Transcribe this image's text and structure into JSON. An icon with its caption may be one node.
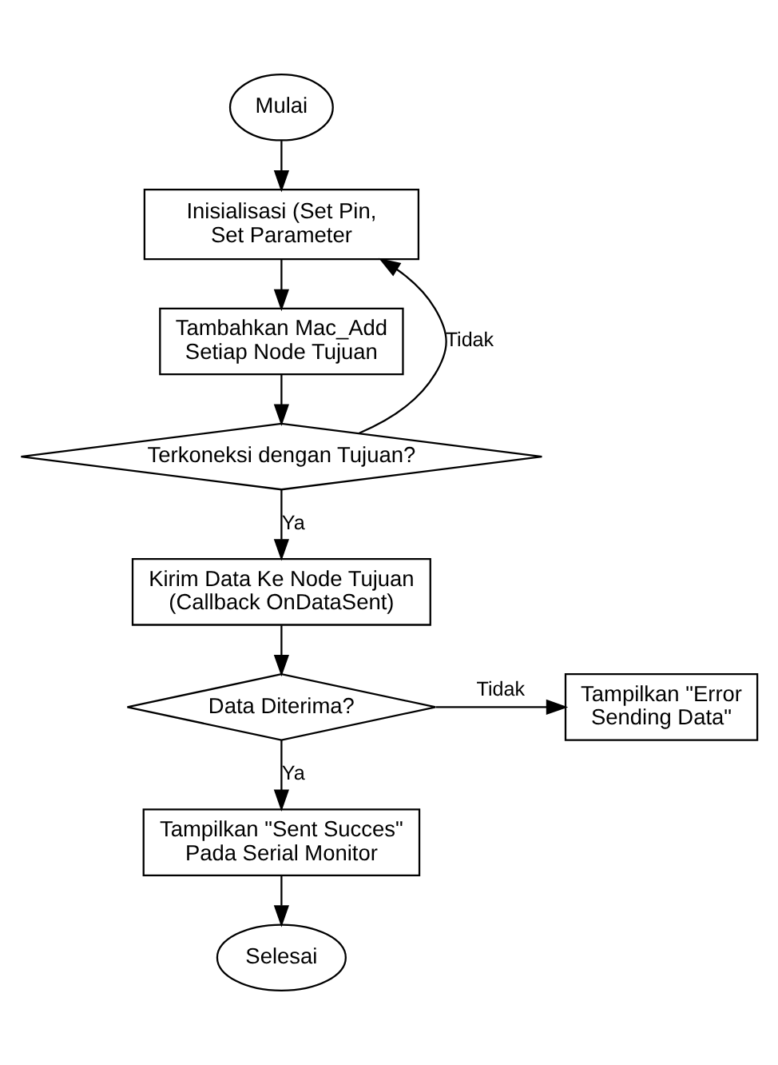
{
  "diagram": {
    "nodes": [
      {
        "text": [
          "Mulai"
        ]
      },
      {
        "text": [
          "Inisialisasi (Set Pin, Set Parameter"
        ]
      },
      {
        "text": [
          "Tambahkan Mac_Add Setiap Node Tujuan"
        ]
      },
      {
        "text": [
          "Terkoneksi dengan Tujuan?"
        ]
      },
      {
        "text": [
          "Kirim Data Ke Node Tujuan (Callback OnDataSent)"
        ]
      },
      {
        "text": [
          "Data Diterima?"
        ]
      },
      {
        "text": [
          "Tampilkan \"Error Sending Data\""
        ]
      },
      {
        "text": [
          "Tampilkan \"Sent Succes\" Pada Serial Monitor"
        ]
      },
      {
        "text": [
          "Selesai"
        ]
      }
    ],
    "edges": [
      {
        "from": 0,
        "to": 1,
        "arrow": "to"
      },
      {
        "from": 1,
        "to": 2,
        "arrow": "to"
      },
      {
        "from": 2,
        "to": 3,
        "arrow": "to"
      },
      {
        "from": 3,
        "to": 1,
        "arrow": "to",
        "label": "Tidak"
      },
      {
        "from": 3,
        "to": 4,
        "arrow": "to",
        "label": "Ya"
      },
      {
        "from": 4,
        "to": 5,
        "arrow": "to"
      },
      {
        "from": 5,
        "to": 6,
        "arrow": "to",
        "label": "Tidak"
      },
      {
        "from": 5,
        "to": 7,
        "arrow": "to",
        "label": "Ya"
      },
      {
        "from": 7,
        "to": 8,
        "arrow": "to"
      }
    ]
  }
}
